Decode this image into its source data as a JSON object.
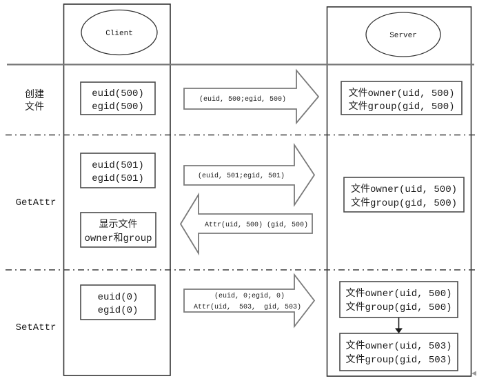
{
  "colors": {
    "ink": "#1a1a1a",
    "line_gray": "#7a7a7a",
    "border": "#333333",
    "background": "#ffffff"
  },
  "nodes": {
    "client": "Client",
    "server": "Server"
  },
  "rows": {
    "create": {
      "label_line1": "创建",
      "label_line2": "文件",
      "client_box_line1": "euid(500)",
      "client_box_line2": "egid(500)",
      "request_label": "(euid, 500;egid, 500)",
      "server_box_line1": "文件owner(uid, 500)",
      "server_box_line2": "文件group(gid, 500)"
    },
    "getattr": {
      "label": "GetAttr",
      "client_box_line1": "euid(501)",
      "client_box_line2": "egid(501)",
      "request_label": "(euid, 501;egid, 501)",
      "server_box_line1": "文件owner(uid, 500)",
      "server_box_line2": "文件group(gid, 500)",
      "response_label": "Attr(uid, 500) (gid, 500)",
      "result_box_line1": "显示文件",
      "result_box_line2": "owner和group"
    },
    "setattr": {
      "label": "SetAttr",
      "client_box_line1": "euid(0)",
      "client_box_line2": "egid(0)",
      "request_label_line1": "(euid, 0;egid, 0)",
      "request_label_line2": "Attr(uid,  503,  gid, 503)",
      "server_box_before_line1": "文件owner(uid, 500)",
      "server_box_before_line2": "文件group(gid, 500)",
      "server_box_after_line1": "文件owner(uid, 503)",
      "server_box_after_line2": "文件group(gid, 503)"
    }
  }
}
